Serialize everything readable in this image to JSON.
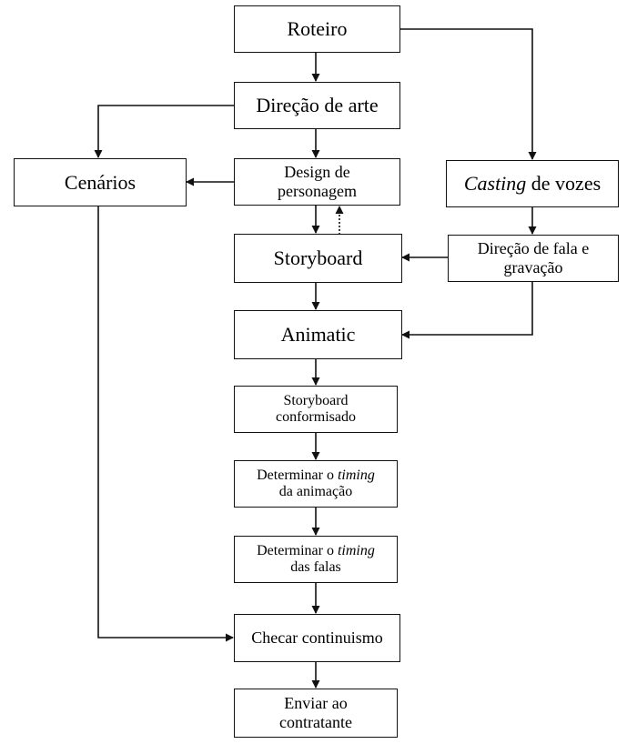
{
  "diagram": {
    "nodes": {
      "roteiro": {
        "lines": [
          "Roteiro"
        ]
      },
      "direcao_arte": {
        "lines": [
          "Direção de arte"
        ]
      },
      "cenarios": {
        "lines": [
          "Cenários"
        ]
      },
      "design_personagem": {
        "lines": [
          "Design de",
          "personagem"
        ]
      },
      "casting": {
        "italic": "Casting",
        "rest": " de vozes"
      },
      "storyboard": {
        "lines": [
          "Storyboard"
        ]
      },
      "direcao_fala": {
        "lines": [
          "Direção de fala e",
          "gravação"
        ]
      },
      "animatic": {
        "lines": [
          "Animatic"
        ]
      },
      "storyboard_conformisado": {
        "lines": [
          "Storyboard",
          "conformisado"
        ]
      },
      "timing_animacao": {
        "line1_pre": "Determinar o ",
        "line1_italic": "timing",
        "line2": "da animação"
      },
      "timing_falas": {
        "line1_pre": "Determinar o ",
        "line1_italic": "timing",
        "line2": "das falas"
      },
      "checar": {
        "lines": [
          "Checar continuismo"
        ]
      },
      "enviar": {
        "lines": [
          "Enviar ao",
          "contratante"
        ]
      }
    }
  }
}
